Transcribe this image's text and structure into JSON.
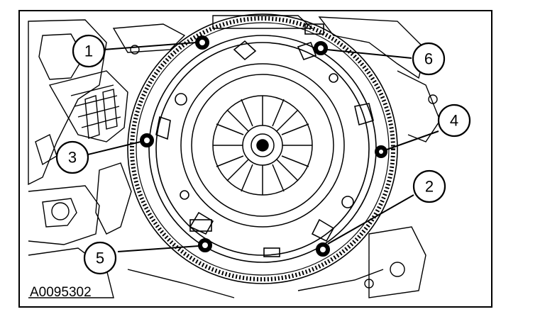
{
  "figure_code": "A0095302",
  "callouts": [
    "1",
    "2",
    "3",
    "4",
    "5",
    "6"
  ],
  "colors": {
    "line": "#000000",
    "background": "#ffffff"
  }
}
